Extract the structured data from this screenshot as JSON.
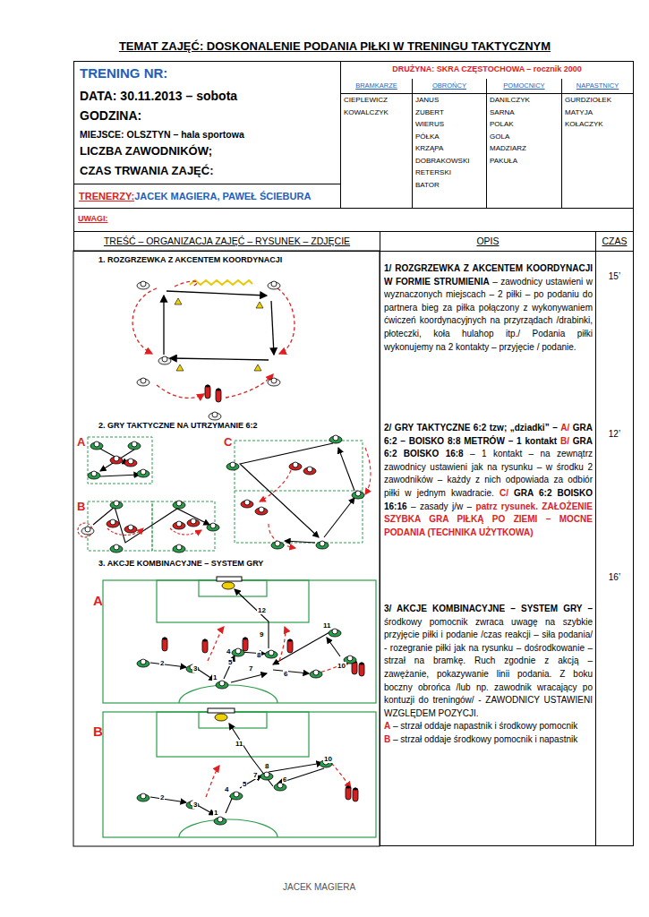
{
  "diagram": {
    "title": "TEMAT ZAJĘĆ: DOSKONALENIE PODANIA PIŁKI W TRENINGU TAKTYCZNYM",
    "nodes": [
      {
        "text": [
          "TRENING NR:",
          "DATA: 30.11.2013 – sobota",
          "GODZINA:",
          "MIEJSCE: OLSZTYN – hala sportowa",
          "LICZBA ZAWODNIKÓW;",
          "CZAS TRWANIA ZAJĘĆ:"
        ]
      },
      {
        "text": [
          "TRENERZY:",
          "JACEK MAGIERA, PAWEŁ ŚCIEBURA"
        ]
      },
      {
        "text": [
          "DRUŻYNA: SKRA CZĘSTOCHOWA – rocznik 2000"
        ]
      },
      {
        "text": [
          "BRAMKARZE",
          "CIEPLEWICZ",
          "KOWALCZYK"
        ],
        "in": 2
      },
      {
        "text": [
          "OBROŃCY",
          "JANUS",
          "ZUBERT",
          "WIERUS",
          "PÓŁKA",
          "KRZĄPA",
          "DOBRAKOWSKI",
          "RETERSKI",
          "BATOR"
        ],
        "in": 2
      },
      {
        "text": [
          "POMOCNICY",
          "DANILCZYK",
          "SARNA",
          "POLAK",
          "GOLA",
          "MADZIARZ",
          "PAKUŁA"
        ],
        "in": 2
      },
      {
        "text": [
          "NAPASTNICY",
          "GURDZIOŁEK",
          "MATYJA",
          "KOŁACZYK"
        ],
        "in": 2
      },
      {
        "text": [
          "UWAGI:"
        ]
      },
      {
        "text": [
          "TREŚĆ – ORGANIZACJA ZAJĘĆ – RYSUNEK – ZDJĘCIE"
        ]
      },
      {
        "text": [
          "OPIS"
        ]
      },
      {
        "text": [
          "CZAS"
        ]
      },
      {
        "text": [
          "1/ ROZGRZEWKA Z AKCENTEM KOORDYNACJI W FORMIE STRUMIENIA",
          "– zawodnicy ustawieni w wyznaczonych miejscach – 2 piłki – po podaniu do partnera bieg za piłka połączony z wykonywaniem ćwiczeń koordynacyjnych na przyrządach /drabinki, płoteczki, koła hulahop itp./ Podania piłki wykonujemy na 2 kontakty – przyjęcie / podanie.",
          "2/ GRY TAKTYCZNE 6:2 tzw; „dziadki” –",
          "A/",
          "GRA 6:2 – BOISKO 8:8 METRÓW – 1 kontakt",
          "B/",
          "GRA 6:2 BOISKO 16:8",
          "– 1 kontakt – na zewnątrz zawodnicy ustawieni jak na rysunku – w środku 2 zawodników – każdy z nich odpowiada za odbiór piłki w jednym kwadracie.",
          "C/",
          "GRA 6:2 BOISKO 16:16",
          "– zasady j/w –",
          "patrz rysunek. ZAŁOŻENIE SZYBKA GRA PIŁKĄ PO ZIEMI – MOCNE PODANIA (TECHNIKA UŻYTKOWA)",
          "3/ AKCJE KOMBINACYJNE – SYSTEM GRY –",
          "środkowy pomocnik zwraca uwagę na szybkie przyjęcie piłki i podanie /czas reakcji – siła podania/ - rozegranie piłki jak na rysunku – dośrodkowanie – strzał na bramkę. Ruch zgodnie z akcją – zawężanie, pokazywanie linii podania. Z boku boczny obrońca /lub np. zawodnik wracający po kontuzji do treningów/ - ZAWODNICY USTAWIENI WZGLĘDEM POZYCJI.",
          "A",
          "– strzał oddaje napastnik i środkowy pomocnik",
          "B",
          "– strzał oddaje środkowy pomocnik i napastnik"
        ]
      },
      {
        "text": [
          "15’",
          "12’",
          "16’"
        ]
      }
    ],
    "labels": [
      "1. ROZGRZEWKA Z AKCENTEM KOORDYNACJI",
      "2. GRY TAKTYCZNE NA UTRZYMANIE 6:2",
      "A",
      "C",
      "B",
      "3. AKCJE KOMBINACYJNE – SYSTEM GRY",
      "A",
      "12",
      "11",
      "9",
      "4",
      "8",
      "5",
      "7",
      "6",
      "10",
      "2",
      "3",
      "1",
      "B",
      "11",
      "10",
      "8",
      "7",
      "6",
      "5",
      "4",
      "2",
      "3",
      "1",
      "JACEK MAGIERA"
    ]
  }
}
